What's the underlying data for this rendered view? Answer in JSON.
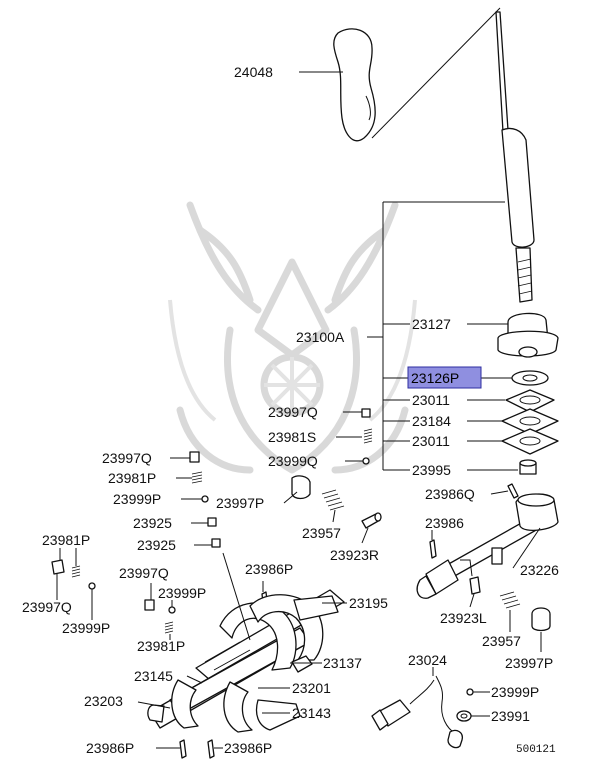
{
  "diagram": {
    "labels": {
      "p24048": "24048",
      "p23100A": "23100A",
      "p23127": "23127",
      "p23126P": "23126P",
      "p23011a": "23011",
      "p23184": "23184",
      "p23011b": "23011",
      "p23995": "23995",
      "p23997Q_top": "23997Q",
      "p23981S": "23981S",
      "p23999Q": "23999Q",
      "p23997Q_left": "23997Q",
      "p23981P_left": "23981P",
      "p23999P_left": "23999P",
      "p23997P_mid": "23997P",
      "p23925a": "23925",
      "p23925b": "23925",
      "p23957_mid": "23957",
      "p23923R": "23923R",
      "p23986Q": "23986Q",
      "p23986_right": "23986",
      "p23226": "23226",
      "p23981P_far": "23981P",
      "p23997Q_far": "23997Q",
      "p23999P_far": "23999P",
      "p23997Q_cl": "23997Q",
      "p23999P_cl": "23999P",
      "p23981P_cl": "23981P",
      "p23986P_mid": "23986P",
      "p23195": "23195",
      "p23923L": "23923L",
      "p23957_right": "23957",
      "p23997P_right": "23997P",
      "p23137": "23137",
      "p23145": "23145",
      "p23201": "23201",
      "p23203": "23203",
      "p23143": "23143",
      "p23024": "23024",
      "p23999P_br": "23999P",
      "p23991": "23991",
      "p23986P_bl": "23986P",
      "p23986P_br": "23986P"
    },
    "reference_number": "500121",
    "highlight_color": "#8f8fe0"
  }
}
